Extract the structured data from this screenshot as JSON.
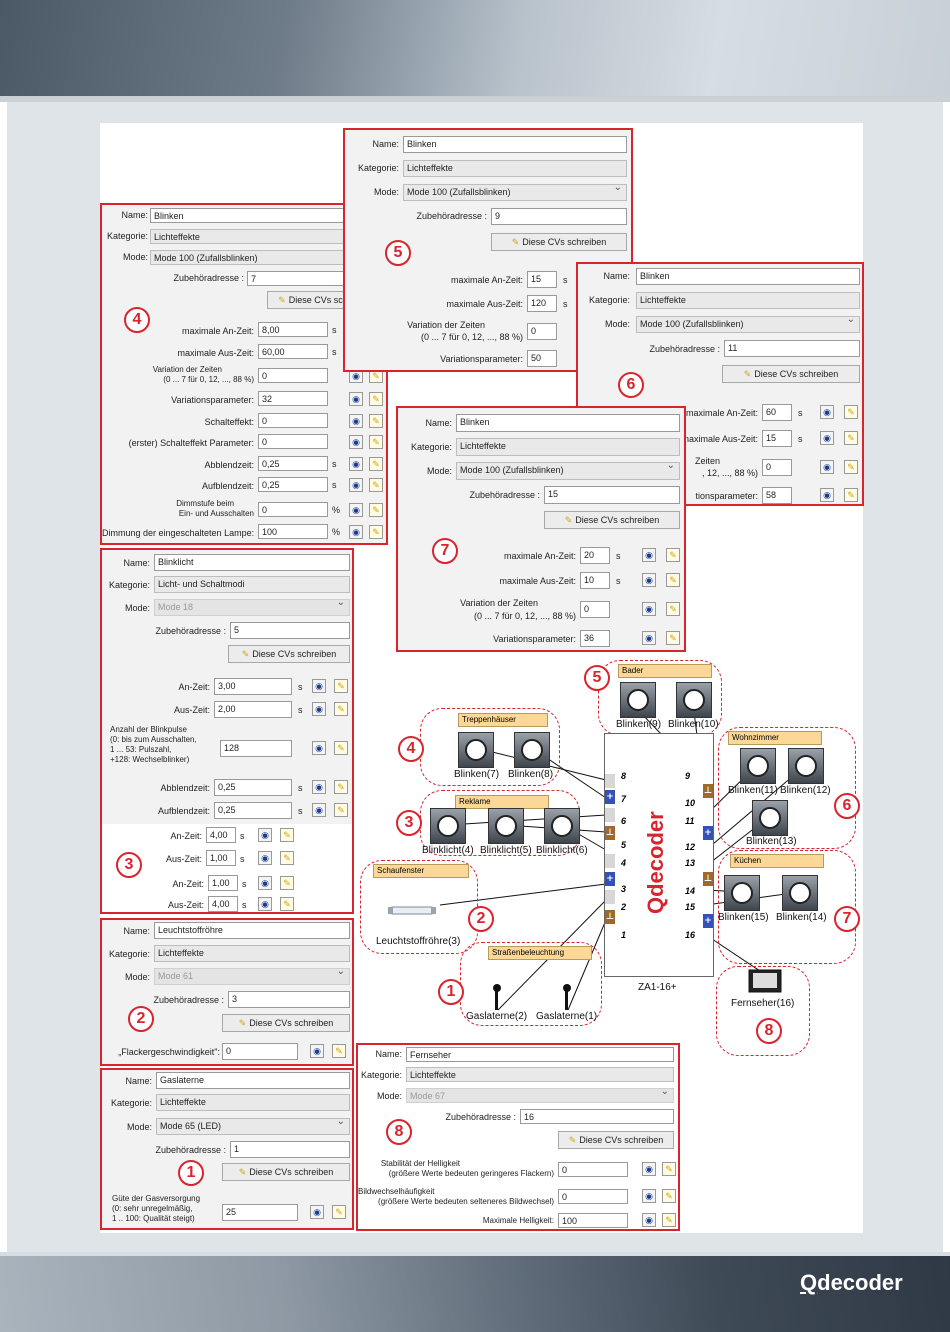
{
  "brand": {
    "q": "Q",
    "rest": "decoder"
  },
  "diagram": {
    "decoder_name": "ZA1-16+",
    "decoder_logo": "Qdecoder",
    "groups": {
      "bader": "Bader",
      "treppenhaeuser": "Treppenhäuser",
      "reklame": "Reklame",
      "schaufenster": "Schaufenster",
      "strassen": "Straßenbeleuchtung",
      "wohnzimmer": "Wohnzimmer",
      "kuechen": "Küchen"
    },
    "labels": {
      "b9": "Blinken(9)",
      "b10": "Blinken(10)",
      "b7": "Blinken(7)",
      "b8": "Blinken(8)",
      "bl4": "Blinklicht(4)",
      "bl5": "Blinklicht(5)",
      "bl6": "Blinklicht(6)",
      "leucht": "Leuchtstoffröhre(3)",
      "gas2": "Gaslaterne(2)",
      "gas1": "Gaslaterne(1)",
      "b11": "Blinken(11)",
      "b12": "Blinken(12)",
      "b13": "Blinken(13)",
      "b15": "Blinken(15)",
      "b14": "Blinken(14)",
      "tv": "Fernseher(16)"
    },
    "pins_left": [
      "8",
      "7",
      "6",
      "5",
      "4",
      "3",
      "2",
      "1"
    ],
    "pins_right": [
      "9",
      "10",
      "11",
      "12",
      "13",
      "14",
      "15",
      "16"
    ],
    "circle_nums": [
      "5",
      "4",
      "3",
      "2",
      "1",
      "6",
      "7",
      "8"
    ]
  },
  "common": {
    "name": "Name:",
    "kategorie": "Kategorie:",
    "mode": "Mode:",
    "adresse": "Zubehöradresse :",
    "write_btn": "Diese CVs schreiben",
    "unit_s": "s",
    "unit_pct": "%"
  },
  "p5": {
    "num": "5",
    "name": "Blinken",
    "kategorie": "Lichteffekte",
    "mode": "Mode 100 (Zufallsblinken)",
    "adresse": "9",
    "r1": "maximale An-Zeit:",
    "v1": "15",
    "r2": "maximale Aus-Zeit:",
    "v2": "120",
    "r3a": "Variation der Zeiten",
    "r3b": "(0 ... 7 für 0, 12, ..., 88 %)",
    "v3": "0",
    "r4": "Variationsparameter:",
    "v4": "50"
  },
  "p4": {
    "num": "4",
    "name": "Blinken",
    "kategorie": "Lichteffekte",
    "mode": "Mode 100 (Zufallsblinken)",
    "adresse": "7",
    "r1": "maximale An-Zeit:",
    "v1": "8,00",
    "r2": "maximale Aus-Zeit:",
    "v2": "60,00",
    "r3a": "Variation der Zeiten",
    "r3b": "(0 ... 7 für 0, 12, ..., 88 %)",
    "v3": "0",
    "r4": "Variationsparameter:",
    "v4": "32",
    "r5": "Schalteffekt:",
    "v5": "0",
    "r6": "(erster) Schalteffekt Parameter:",
    "v6": "0",
    "r7": "Abblendzeit:",
    "v7": "0,25",
    "r8": "Aufblendzeit:",
    "v8": "0,25",
    "r9a": "Dimmstufe beim",
    "r9b": "Ein- und Ausschalten",
    "v9": "0",
    "r10": "Dimmung der eingeschalteten Lampe:",
    "v10": "100"
  },
  "p6": {
    "num": "6",
    "name": "Blinken",
    "kategorie": "Lichteffekte",
    "mode": "Mode 100 (Zufallsblinken)",
    "adresse": "11",
    "r1": "maximale An-Zeit:",
    "v1": "60",
    "r2": "maximale Aus-Zeit:",
    "v2": "15",
    "r3a": "Zeiten",
    "r3b": ", 12, ..., 88 %)",
    "v3": "0",
    "r4": "tionsparameter:",
    "v4": "58"
  },
  "p7": {
    "num": "7",
    "name": "Blinken",
    "kategorie": "Lichteffekte",
    "mode": "Mode 100 (Zufallsblinken)",
    "adresse": "15",
    "r1": "maximale An-Zeit:",
    "v1": "20",
    "r2": "maximale Aus-Zeit:",
    "v2": "10",
    "r3a": "Variation der Zeiten",
    "r3b": "(0 ... 7 für 0, 12, ..., 88 %)",
    "v3": "0",
    "r4": "Variationsparameter:",
    "v4": "36"
  },
  "p3": {
    "num": "3",
    "name": "Blinklicht",
    "kategorie": "Licht- und Schaltmodi",
    "mode": "Mode 18",
    "adresse": "5",
    "r1": "An-Zeit:",
    "v1": "3,00",
    "r2": "Aus-Zeit:",
    "v2": "2,00",
    "r3a": "Anzahl der Blinkpulse",
    "r3b": "(0: bis zum Ausschalten,",
    "r3c": "1 ... 53: Pulszahl,",
    "r3d": "+128: Wechselblinker)",
    "v3": "128",
    "r4": "Abblendzeit:",
    "v4": "0,25",
    "r5": "Aufblendzeit:",
    "v5": "0,25",
    "e1": "An-Zeit:",
    "ev1": "4,00",
    "e2": "Aus-Zeit:",
    "ev2": "1,00",
    "e3": "An-Zeit:",
    "ev3": "1,00",
    "e4": "Aus-Zeit:",
    "ev4": "4,00"
  },
  "p2": {
    "num": "2",
    "name": "Leuchtstoffröhre",
    "kategorie": "Lichteffekte",
    "mode": "Mode 61",
    "adresse": "3",
    "r1": "„Flackergeschwindigkeit\":",
    "v1": "0"
  },
  "p1": {
    "num": "1",
    "name": "Gaslaterne",
    "kategorie": "Lichteffekte",
    "mode": "Mode 65 (LED)",
    "adresse": "1",
    "r1a": "Güte der Gasversorgung",
    "r1b": "(0: sehr unregelmäßig,",
    "r1c": "1 .. 100: Qualität steigt)",
    "v1": "25"
  },
  "p8": {
    "num": "8",
    "name": "Fernseher",
    "kategorie": "Lichteffekte",
    "mode": "Mode 67",
    "adresse": "16",
    "r1a": "Stabilität der Helligkeit",
    "r1b": "(größere Werte bedeuten geringeres Flackern)",
    "v1": "0",
    "r2a": "Bildwechselhäufigkeit",
    "r2b": "(größere Werte bedeuten selteneres Bildwechsel)",
    "v2": "0",
    "r3": "Maximale Helligkeit:",
    "v3": "100"
  }
}
